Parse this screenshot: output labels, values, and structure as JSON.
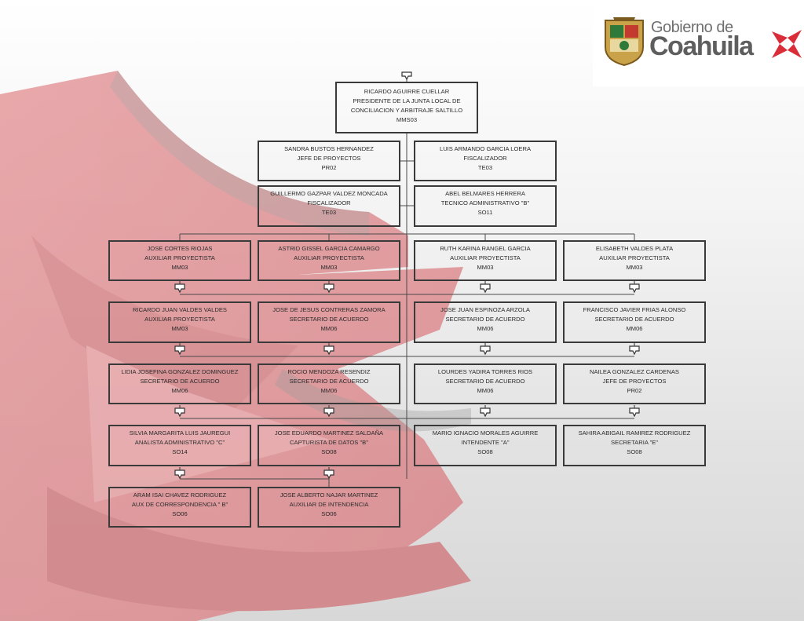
{
  "logo": {
    "prefix": "Gobierno de",
    "name": "Coahuila",
    "accent_color": "#d92e3a"
  },
  "colors": {
    "watermark": "#dd8a8e",
    "box_border": "#3a3a3a",
    "connector": "#4a4a4a"
  },
  "root": {
    "name": "RICARDO AGUIRRE CUELLAR",
    "title_line1": "PRESIDENTE DE LA JUNTA LOCAL DE",
    "title_line2": "CONCILIACION Y ARBITRAJE SALTILLO",
    "code": "MMS03"
  },
  "staff": [
    {
      "name": "SANDRA BUSTOS HERNANDEZ",
      "title": "JEFE DE PROYECTOS",
      "code": "PR02"
    },
    {
      "name": "LUIS ARMANDO GARCIA LOERA",
      "title": "FISCALIZADOR",
      "code": "TE03"
    },
    {
      "name": "GUILLERMO GAZPAR VALDEZ MONCADA",
      "title": "FISCALIZADOR",
      "code": "TE03"
    },
    {
      "name": "ABEL BELMARES HERRERA",
      "title": "TECNICO ADMINISTRATIVO \"B\"",
      "code": "SO11"
    }
  ],
  "columns": [
    [
      {
        "name": "JOSE CORTES RIOJAS",
        "title": "AUXILIAR PROYECTISTA",
        "code": "MM03"
      },
      {
        "name": "RICARDO JUAN VALDES VALDES",
        "title": "AUXILIAR PROYECTISTA",
        "code": "MM03"
      },
      {
        "name": "LIDIA JOSEFINA GONZALEZ DOMINGUEZ",
        "title": "SECRETARIO DE ACUERDO",
        "code": "MM06"
      },
      {
        "name": "SILVIA MARGARITA LUIS JAUREGUI",
        "title": "ANALISTA ADMINISTRATIVO \"C\"",
        "code": "SO14"
      },
      {
        "name": "ARAM ISAI CHAVEZ RODRIGUEZ",
        "title": "AUX DE CORRESPONDENCIA \" B\"",
        "code": "SO06"
      }
    ],
    [
      {
        "name": "ASTRID GISSEL GARCIA CAMARGO",
        "title": "AUXILIAR PROYECTISTA",
        "code": "MM03"
      },
      {
        "name": "JOSE DE JESUS CONTRERAS ZAMORA",
        "title": "SECRETARIO DE ACUERDO",
        "code": "MM06"
      },
      {
        "name": "ROCIO MENDOZA RESENDIZ",
        "title": "SECRETARIO DE ACUERDO",
        "code": "MM06"
      },
      {
        "name": "JOSE EDUARDO MARTINEZ SALDAÑA",
        "title": "CAPTURISTA DE DATOS \"B\"",
        "code": "SO08"
      },
      {
        "name": "JOSE ALBERTO NAJAR MARTINEZ",
        "title": "AUXILIAR DE INTENDENCIA",
        "code": "SO06"
      }
    ],
    [
      {
        "name": "RUTH KARINA RANGEL GARCIA",
        "title": "AUXILIAR PROYECTISTA",
        "code": "MM03"
      },
      {
        "name": "JOSE JUAN ESPINOZA ARZOLA",
        "title": "SECRETARIO DE ACUERDO",
        "code": "MM06"
      },
      {
        "name": "LOURDES YADIRA TORRES RIOS",
        "title": "SECRETARIO DE ACUERDO",
        "code": "MM06"
      },
      {
        "name": "MARIO IGNACIO MORALES AGUIRRE",
        "title": "INTENDENTE \"A\"",
        "code": "SO08"
      }
    ],
    [
      {
        "name": "ELISABETH VALDES PLATA",
        "title": "AUXILIAR PROYECTISTA",
        "code": "MM03"
      },
      {
        "name": "FRANCISCO JAVIER FRIAS ALONSO",
        "title": "SECRETARIO DE ACUERDO",
        "code": "MM06"
      },
      {
        "name": "NAILEA GONZALEZ CARDENAS",
        "title": "JEFE DE PROYECTOS",
        "code": "PR02"
      },
      {
        "name": "SAHIRA ABIGAIL RAMIREZ RODRIGUEZ",
        "title": "SECRETARIA \"E\"",
        "code": "SO08"
      }
    ]
  ]
}
